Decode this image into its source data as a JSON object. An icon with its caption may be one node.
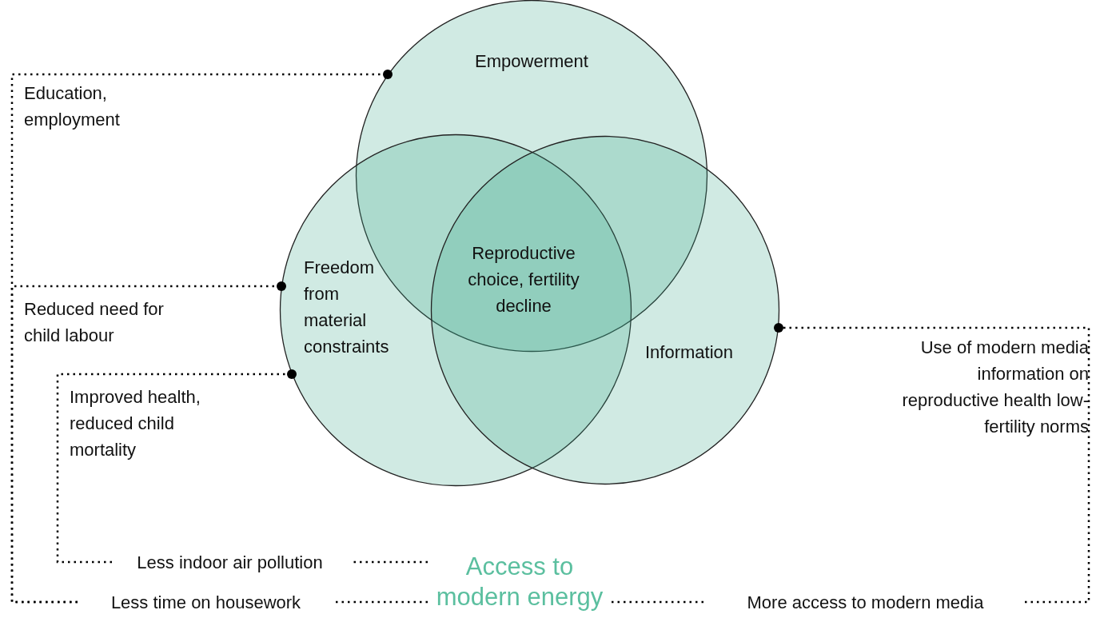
{
  "diagram": {
    "nodes": [
      {
        "text": [
          "Empowerment"
        ]
      },
      {
        "text": [
          "Freedom from material constraints"
        ]
      },
      {
        "text": [
          "Information"
        ]
      },
      {
        "text": [
          "Reproductive choice, fertility decline"
        ]
      },
      {
        "text": [
          "Access to modern energy"
        ]
      },
      {
        "text": [
          "Less time on housework"
        ]
      },
      {
        "text": [
          "Less indoor air pollution"
        ]
      },
      {
        "text": [
          "More access to modern media"
        ]
      }
    ],
    "edges": [
      {
        "from": 4,
        "to": 5,
        "arrow": "none",
        "style": "dashed"
      },
      {
        "from": 4,
        "to": 6,
        "arrow": "none",
        "style": "dashed"
      },
      {
        "from": 4,
        "to": 7,
        "arrow": "none",
        "style": "dashed"
      },
      {
        "from": 5,
        "to": 0,
        "arrow": "other",
        "style": "dashed",
        "label": "Education, employment"
      },
      {
        "from": 5,
        "to": 1,
        "arrow": "other",
        "style": "dashed",
        "label": "Reduced need for child labour"
      },
      {
        "from": 6,
        "to": 1,
        "arrow": "other",
        "style": "dashed",
        "label": "Improved health, reduced child mortality"
      },
      {
        "from": 7,
        "to": 2,
        "arrow": "other",
        "style": "dashed",
        "label": "Use of modern media information on reproductive health low-fertility norms"
      }
    ]
  }
}
